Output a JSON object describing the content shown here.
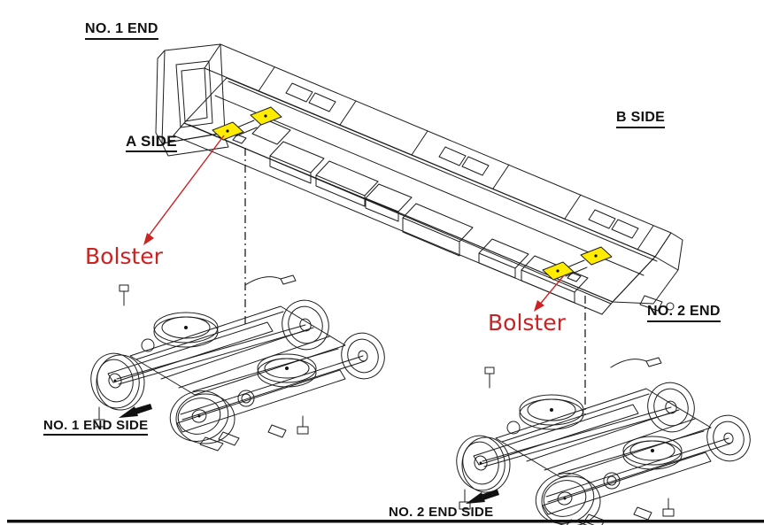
{
  "diagram": {
    "labels": {
      "no1_end": "NO. 1 END",
      "a_side": "A SIDE",
      "b_side": "B SIDE",
      "no2_end": "NO. 2 END",
      "no1_end_side": "NO. 1 END SIDE",
      "no2_end_side": "NO. 2 END SIDE",
      "bolster_1": "Bolster",
      "bolster_2": "Bolster"
    },
    "colors": {
      "highlight_yellow": "#ffec00",
      "annotation_red": "#cc2222",
      "line_black": "#1d1d1d"
    }
  }
}
